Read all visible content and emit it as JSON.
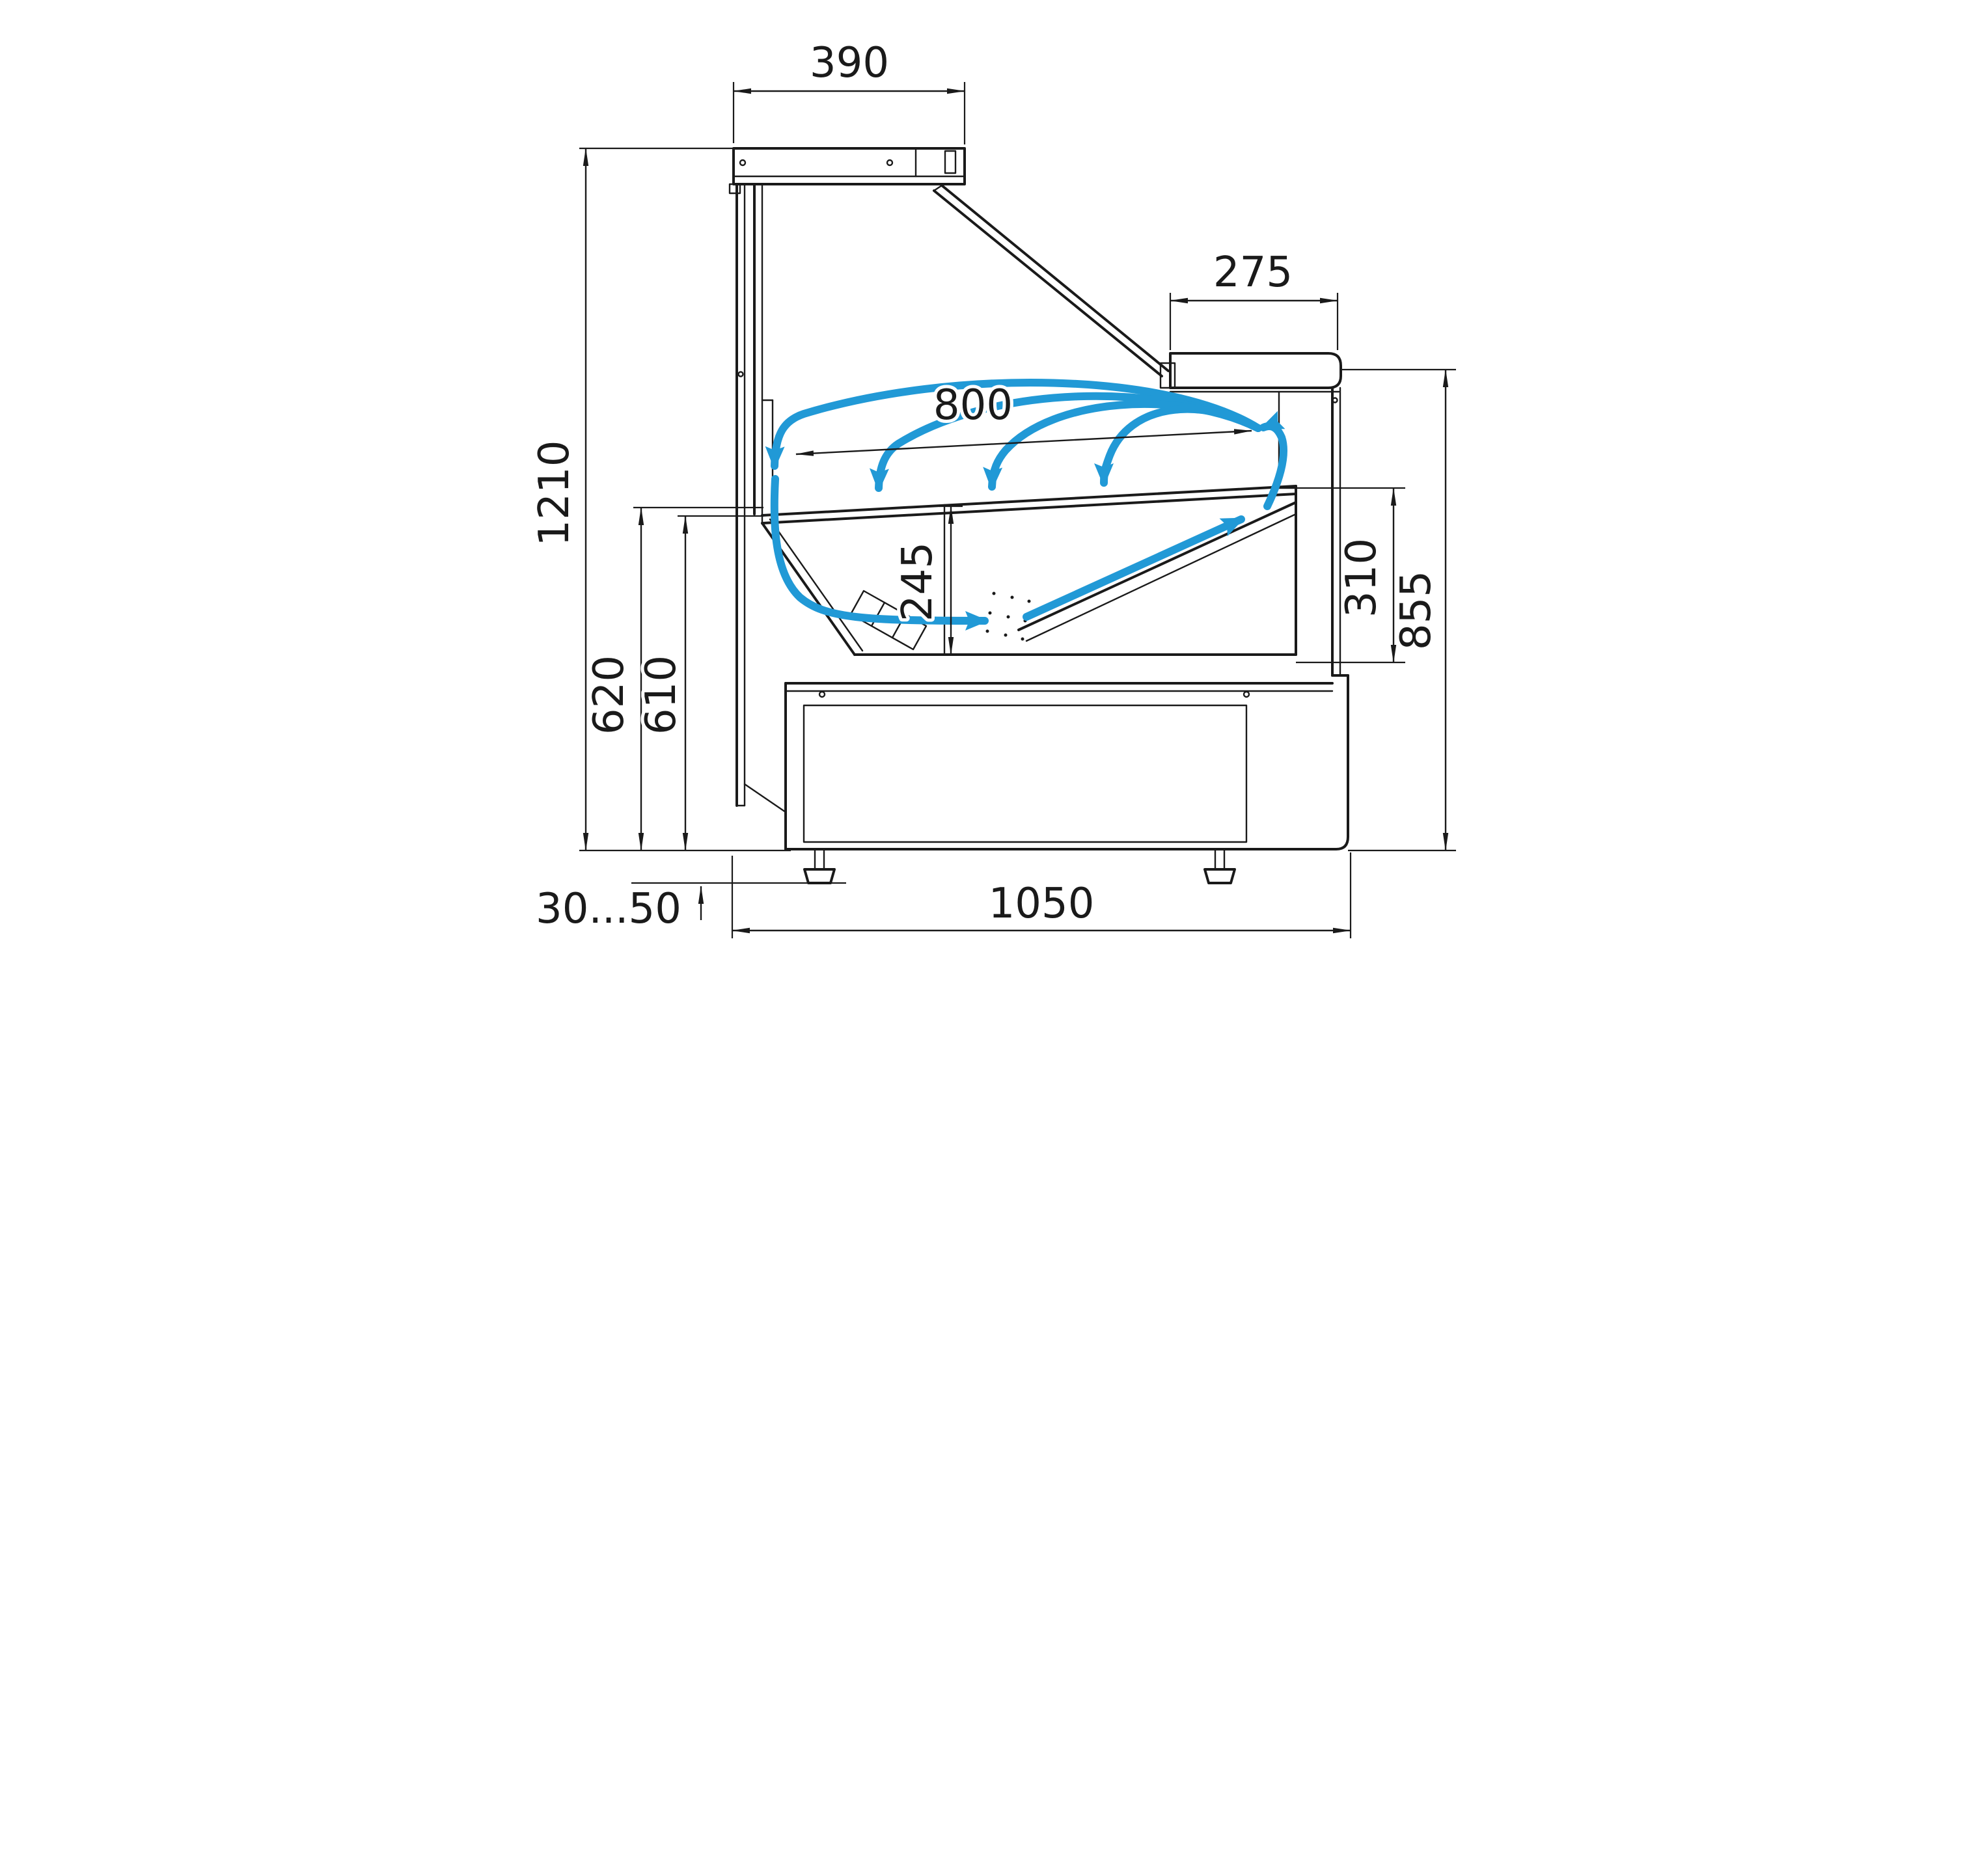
{
  "diagram": {
    "type": "technical-drawing",
    "subject": "Refrigerated serve-over display case - side cross-section with airflow circulation",
    "units": "mm",
    "colors": {
      "line": "#1a1a1a",
      "airflow": "#2199d6",
      "background": "#ffffff"
    },
    "dimensions": {
      "top_canopy_width": "390",
      "counter_depth": "275",
      "display_length": "800",
      "overall_height": "1210",
      "well_height": "245",
      "inner_right_height": "310",
      "counter_height": "855",
      "back_height_outer": "620",
      "back_height_inner": "610",
      "leg_adjustment": "30...50",
      "base_depth": "1050"
    },
    "airflow": {
      "pattern": "closed loop: bottom duct, right riser, discharge over display, four falling air-curtain streams, return at rear left",
      "arrow_color": "#2199d6"
    }
  }
}
